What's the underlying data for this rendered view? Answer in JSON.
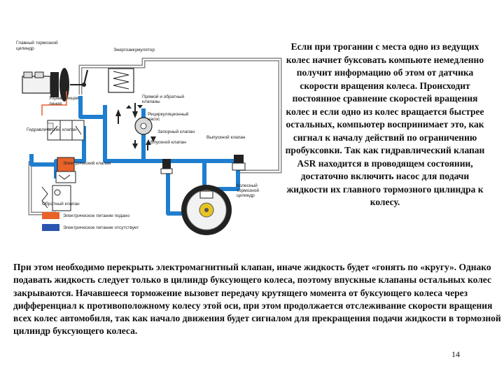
{
  "diagram": {
    "labels": {
      "master_cylinder": [
        "Главный тормозной",
        "цилиндр"
      ],
      "accumulator": "Энергоаккумулятор",
      "control_line": [
        "Управляющая",
        "линия"
      ],
      "forward_reverse_valves": [
        "Прямой и обратный",
        "клапаны"
      ],
      "hydraulic_valve": "Гидравлический клапан",
      "return_pump": [
        "Рециркуляционный",
        "насос"
      ],
      "shutoff_valve": "Запорный клапан",
      "outlet_valve": "Выпускной клапан",
      "inlet_valve": "Впускной клапан",
      "check_valve": "Обратный клапан",
      "electric_valve": "Электрический клапан",
      "wheel_cylinder": [
        "Колесный",
        "тормозной",
        "цилиндр"
      ],
      "legend_power_on": "Электрическое питание подано",
      "legend_power_off": "Электрическое питание отсутствует"
    },
    "colors": {
      "pipe": "#1f7ecf",
      "orange": "#e8622a",
      "dark": "#222222",
      "legend_blue": "#2a55b0"
    }
  },
  "text": {
    "right_paragraph": "Если при трогании с места одно из ведущих колес начнет буксовать компьюте немедленно получит информацию об этом от датчика скорости вращения колеса. Происходит постоянное сравнение скоростей вращения колес и если одно из колес вращается быстрее остальных, компьютер воспринимает это, как сигнал к началу действий по ограничению пробуксовки. Так как гидравлический клапан ASR находится в проводящем состоянии, достаточно включить насос для подачи жидкости их главного тормозного цилиндра к колесу.",
    "bottom_paragraph": "При этом необходимо перекрыть электромагнитный клапан, иначе жидкость будет «гонять по «кругу». Однако подавать жидкость следует только в цилиндр буксующего колеса, поэтому впускные клапаны остальных колес закрываются. Начавшееся торможение вызовет передачу крутящего момента от буксующего колеса через дифференциал к противоположному колесу этой оси, при этом продолжается отслеживание скорости вращения всех колес автомобиля, так как начало движения будет сигналом для прекращения подачи жидкости в тормозной цилиндр буксующего колеса.",
    "page_number": "14"
  }
}
